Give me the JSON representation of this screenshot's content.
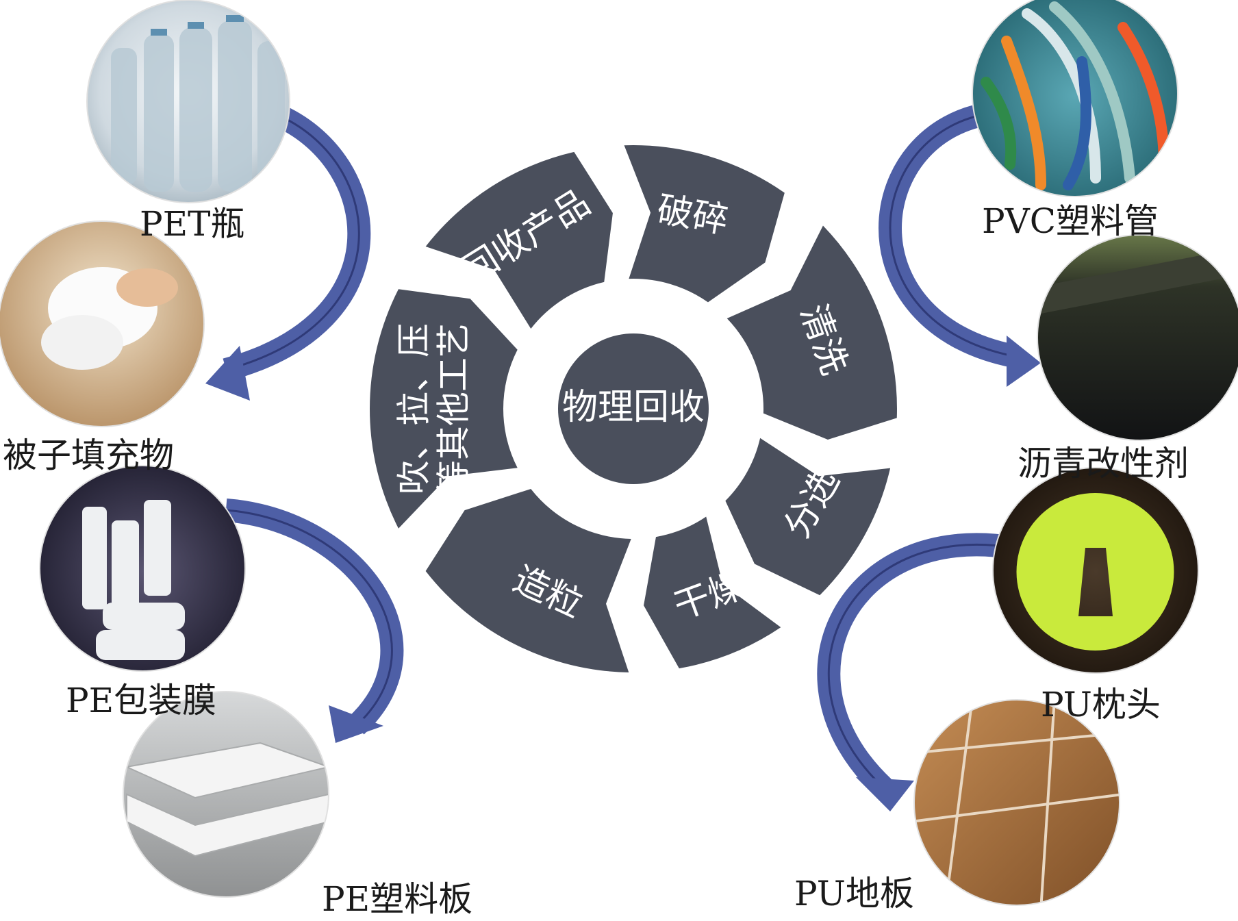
{
  "center": {
    "label": "物理回收"
  },
  "cycle_steps": [
    {
      "id": "step-recycled-products",
      "label": "回收产品"
    },
    {
      "id": "step-crushing",
      "label": "破碎"
    },
    {
      "id": "step-washing",
      "label": "清洗"
    },
    {
      "id": "step-sorting",
      "label": "分选"
    },
    {
      "id": "step-drying",
      "label": "干燥"
    },
    {
      "id": "step-pelletizing",
      "label": "造粒"
    },
    {
      "id": "step-forming",
      "label": "吹、拉、压等其他工艺",
      "line1": "吹、拉、压",
      "line2": "等其他工艺"
    }
  ],
  "products": [
    {
      "id": "pet-bottle",
      "label": "PET瓶"
    },
    {
      "id": "quilt-filling",
      "label": "被子填充物"
    },
    {
      "id": "pe-film",
      "label": "PE包装膜"
    },
    {
      "id": "pe-board",
      "label": "PE塑料板"
    },
    {
      "id": "pvc-pipe",
      "label": "PVC塑料管"
    },
    {
      "id": "asphalt-modifier",
      "label": "沥青改性剂"
    },
    {
      "id": "pu-pillow",
      "label": "PU枕头"
    },
    {
      "id": "pu-floor",
      "label": "PU地板"
    }
  ],
  "colors": {
    "segment": "#4a4f5c",
    "center": "#4a4f5c",
    "arrow": "#4e5fa6",
    "arrow_dark": "#2f3a78"
  }
}
